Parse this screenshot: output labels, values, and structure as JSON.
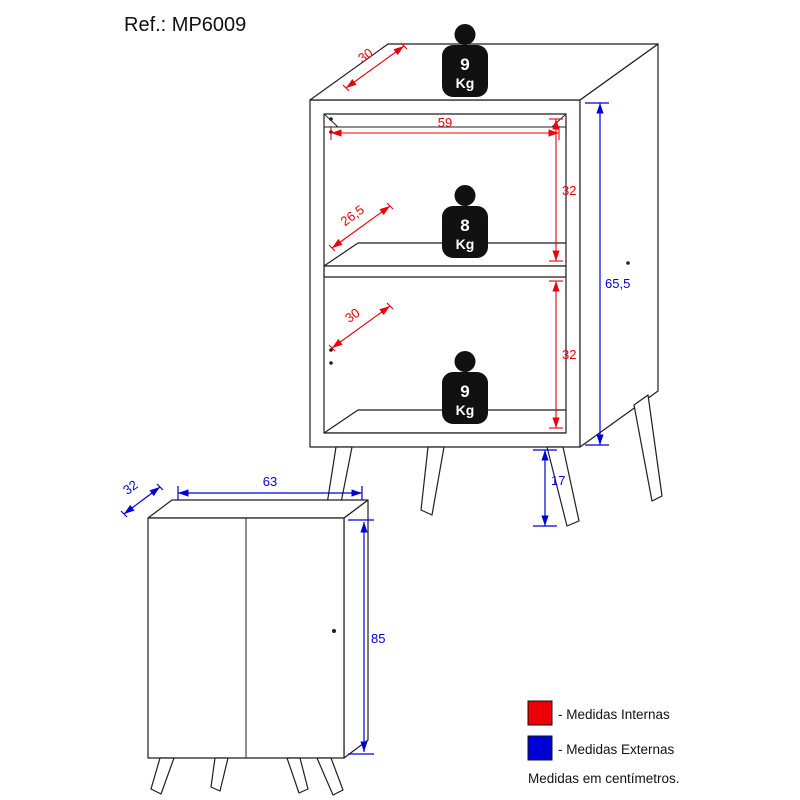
{
  "header": {
    "ref_label": "Ref.: MP6009"
  },
  "colors": {
    "internal_red": "#ee0009",
    "external_blue": "#0000d6",
    "ink": "#1f1f1f"
  },
  "open_view": {
    "weights": [
      {
        "value": "9",
        "unit": "Kg"
      },
      {
        "value": "8",
        "unit": "Kg"
      },
      {
        "value": "9",
        "unit": "Kg"
      }
    ],
    "internal": {
      "top_depth": "30",
      "inner_width": "59",
      "upper_height": "32",
      "shelf_depth": "26,5",
      "lower_depth": "30",
      "lower_height": "32"
    },
    "external": {
      "body_height": "65,5",
      "leg_height": "17"
    }
  },
  "closed_view": {
    "external": {
      "depth": "32",
      "width": "63",
      "height": "85"
    }
  },
  "legend": {
    "internal_label": "- Medidas Internas",
    "external_label": "- Medidas Externas",
    "units_note": "Medidas em centímetros."
  }
}
